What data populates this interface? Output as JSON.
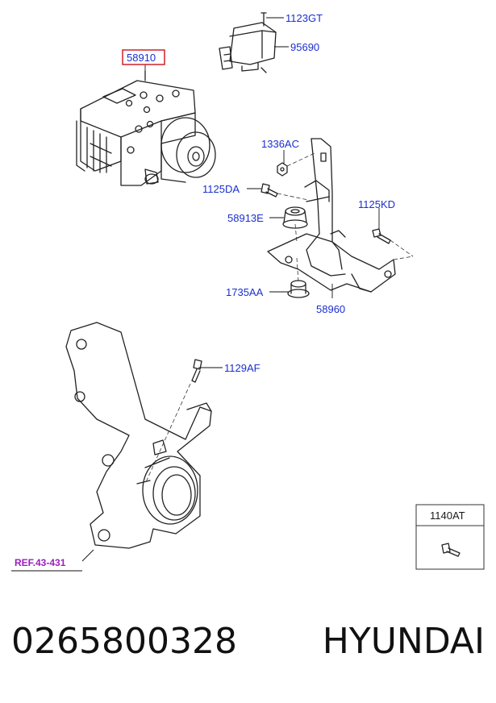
{
  "callouts": {
    "abs_unit": "58910",
    "bolt_top": "1123GT",
    "sensor": "95690",
    "nut": "1336AC",
    "bolt_da": "1125DA",
    "bolt_kd": "1125KD",
    "bushing_e": "58913E",
    "bushing_aa": "1735AA",
    "bracket": "58960",
    "bolt_af": "1129AF",
    "reference": "REF.43-431"
  },
  "inset_box": {
    "label": "1140AT"
  },
  "footer": {
    "part_number": "0265800328",
    "brand": "HYUNDAI"
  },
  "colors": {
    "callout_text": "#1a2fd0",
    "highlight_box": "#d0202a",
    "reference_text": "#9b1fbf"
  }
}
